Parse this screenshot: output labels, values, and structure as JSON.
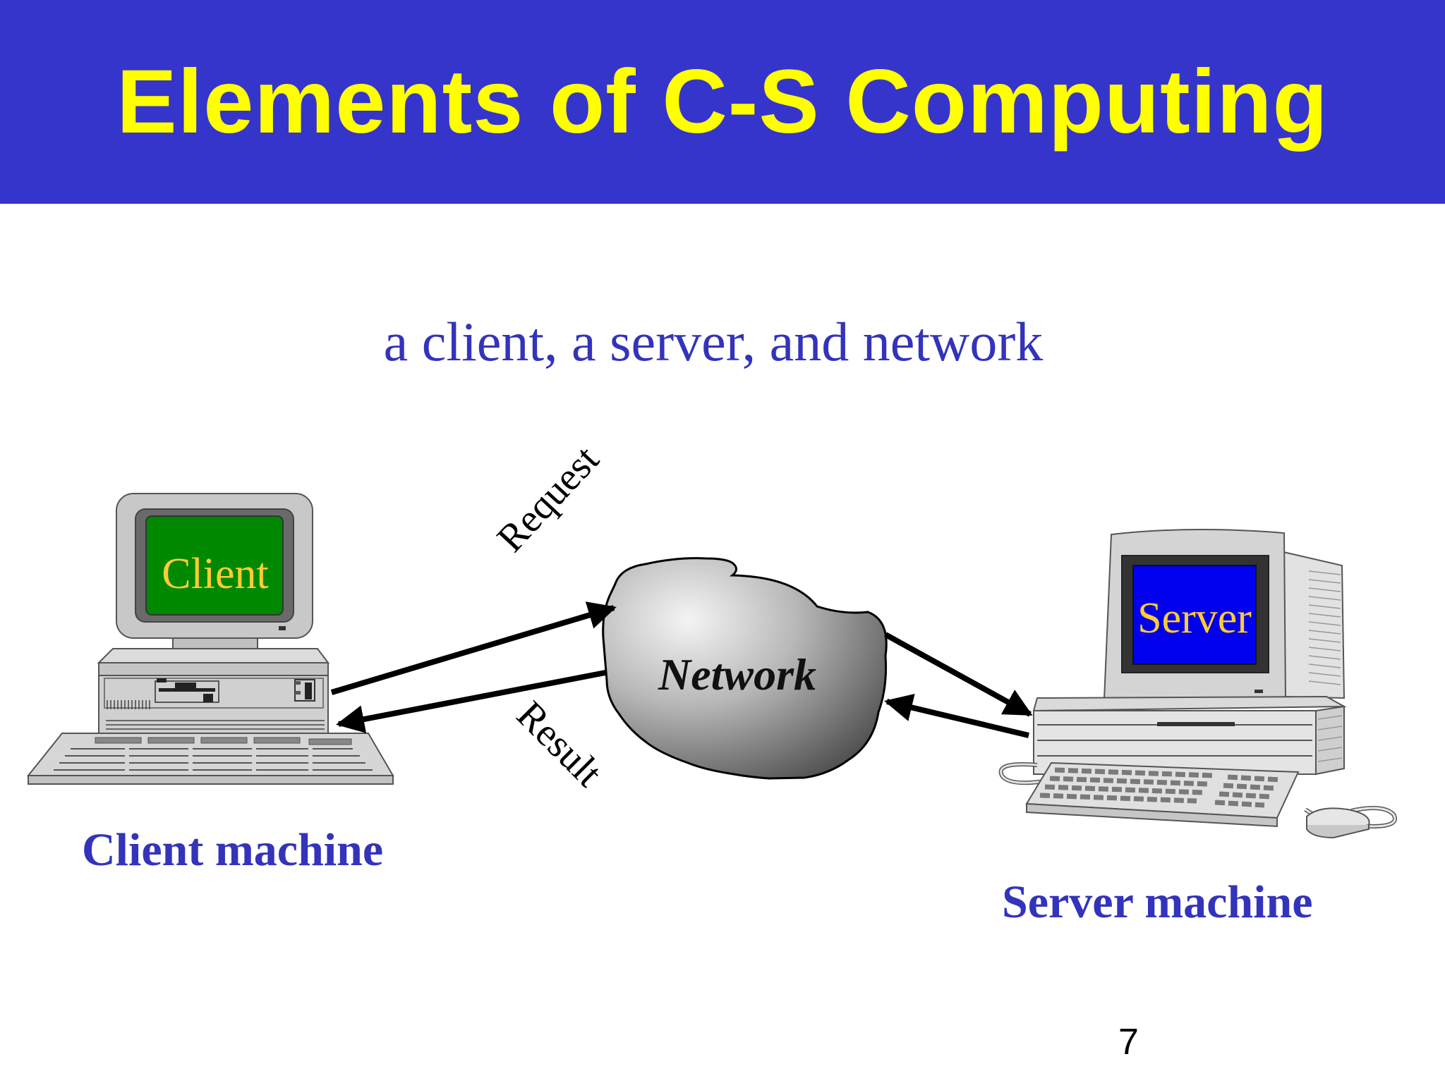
{
  "slide": {
    "title": "Elements of C-S Computing",
    "subtitle": "a client, a server, and network",
    "page_number": "7"
  },
  "diagram": {
    "client_screen_label": "Client",
    "server_screen_label": "Server",
    "network_label": "Network",
    "request_label": "Request",
    "result_label": "Result",
    "client_caption": "Client machine",
    "server_caption": "Server machine"
  },
  "colors": {
    "title_bar": "#3535cc",
    "title_text": "#ffff00",
    "body_text": "#3333bb",
    "client_screen": "#008800",
    "server_screen": "#0000ee",
    "screen_label": "#ffcc33"
  }
}
